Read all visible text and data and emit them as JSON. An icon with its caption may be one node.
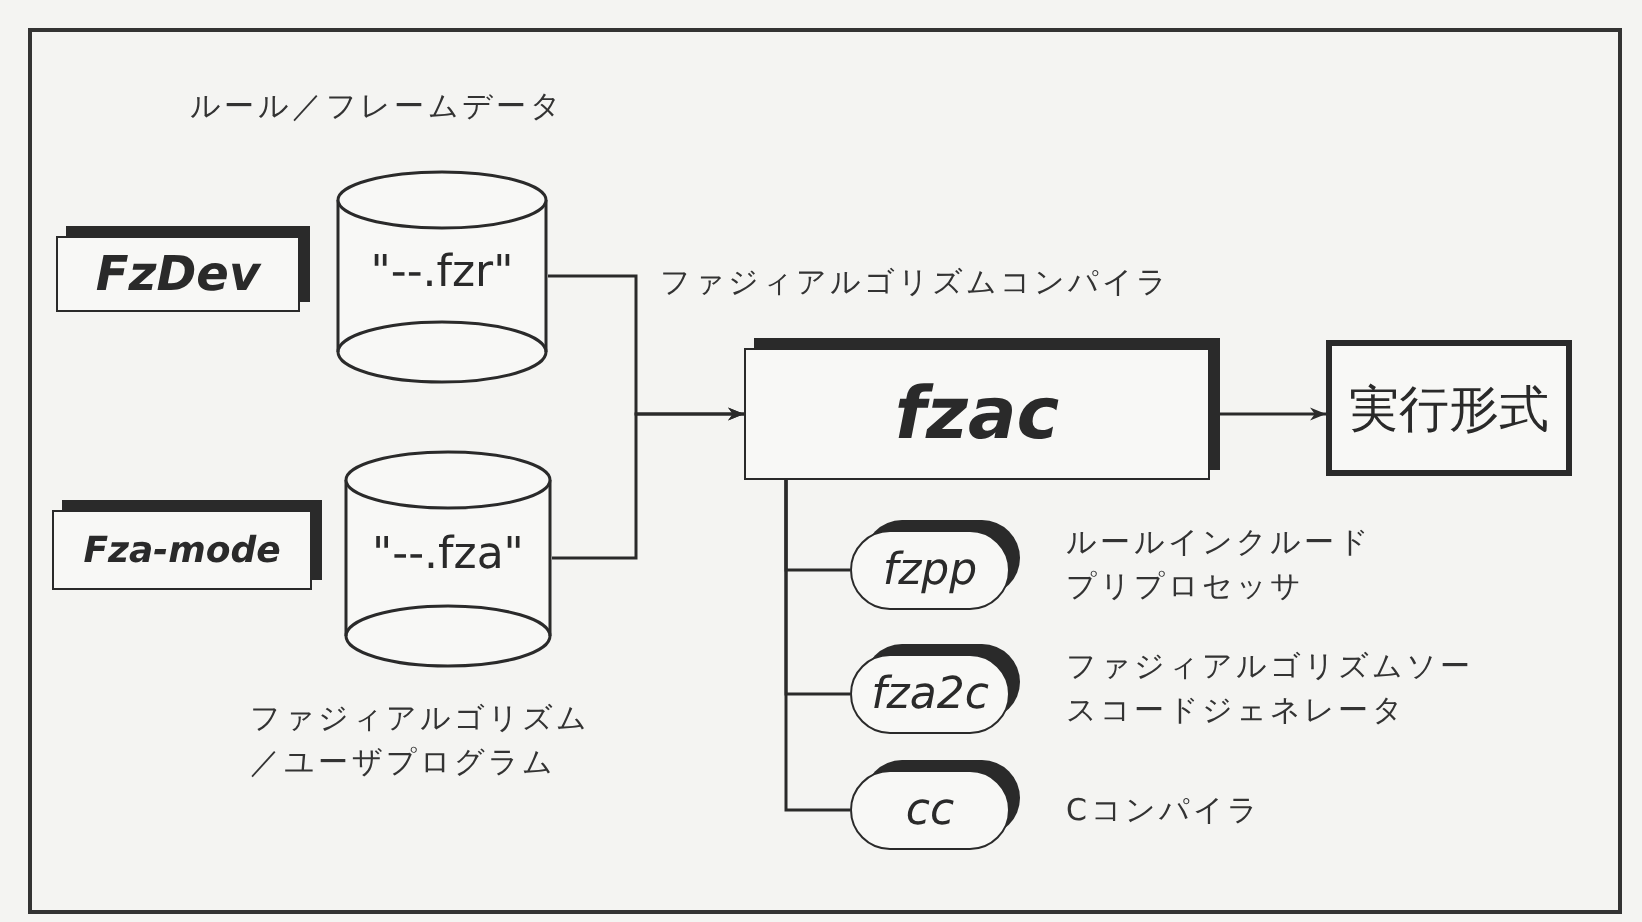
{
  "diagram": {
    "nodes": [
      {
        "text": [
          "FzDev"
        ]
      },
      {
        "text": [
          "\"--.fzr\""
        ],
        "beside": [
          "ルール／フレームデータ"
        ]
      },
      {
        "text": [
          "Fza-mode"
        ]
      },
      {
        "text": [
          "\"--.fza\""
        ],
        "beside": [
          "ファジィアルゴリズム／ユーザプログラム"
        ]
      },
      {
        "text": [
          "fzac"
        ],
        "beside": [
          "ファジィアルゴリズムコンパイラ"
        ]
      },
      {
        "text": [
          "実行形式"
        ]
      },
      {
        "text": [
          "fzpp"
        ],
        "beside": [
          "ルールインクルードプリプロセッサ"
        ]
      },
      {
        "text": [
          "fza2c"
        ],
        "beside": [
          "ファジィアルゴリズムソースコードジェネレータ"
        ]
      },
      {
        "text": [
          "cc"
        ],
        "beside": [
          "Cコンパイラ"
        ]
      }
    ],
    "edges": [
      {
        "from": 1,
        "to": 4,
        "arrow": "to"
      },
      {
        "from": 3,
        "to": 4,
        "arrow": "to"
      },
      {
        "from": 4,
        "to": 5,
        "arrow": "to"
      },
      {
        "from": 4,
        "to": 6,
        "arrow": "none"
      },
      {
        "from": 4,
        "to": 7,
        "arrow": "none"
      },
      {
        "from": 4,
        "to": 8,
        "arrow": "none"
      }
    ]
  }
}
